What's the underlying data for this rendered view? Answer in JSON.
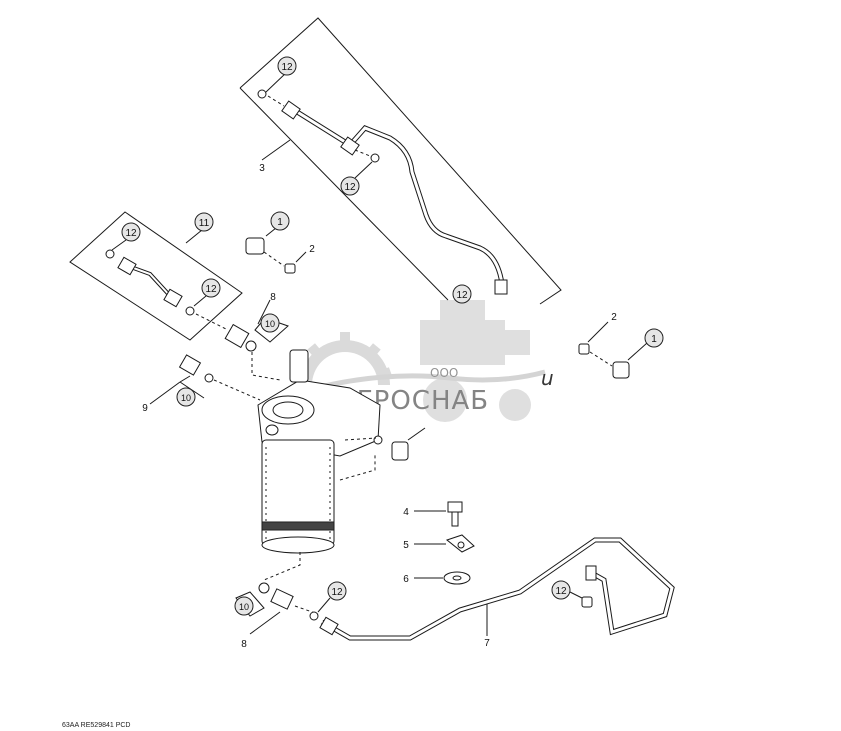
{
  "footer": {
    "code": "63AA  RE529841  PCD"
  },
  "watermark": {
    "company_prefix": "ООО",
    "company_name": "АГРОСНАБ",
    "trailing": "u"
  },
  "callouts": {
    "c12a": "12",
    "c3": "3",
    "c12b": "12",
    "c11": "11",
    "c12c": "12",
    "c12d": "12",
    "c1a": "1",
    "c2a": "2",
    "c8a": "8",
    "c10a": "10",
    "c12e": "12",
    "c2b": "2",
    "c1b": "1",
    "c9": "9",
    "c10b": "10",
    "c4": "4",
    "c5": "5",
    "c6": "6",
    "c10c": "10",
    "c8b": "8",
    "c12f": "12",
    "c12g": "12",
    "c7": "7"
  },
  "colors": {
    "line": "#1a1a1a",
    "callout_fill": "#e6e6e6",
    "watermark": "#d2d2d2"
  }
}
